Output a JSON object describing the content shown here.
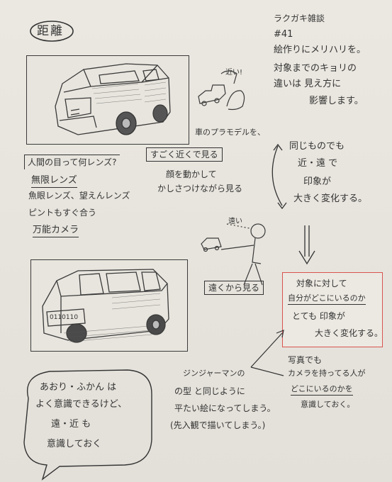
{
  "title": "距離",
  "series_note": {
    "line1": "ラクガキ雑談",
    "line2": "#41",
    "line3": "絵作りにメリハリを。",
    "line4": "対象までのキョリの",
    "line5": "違いは 見え方に",
    "line6": "影響します。"
  },
  "near": {
    "annotation": "近い!",
    "caption": "車のプラモデルを、",
    "label": "すごく近くで見る",
    "desc1": "顔を動かして",
    "desc2": "かしさつけながら見る"
  },
  "lens": {
    "q": "人間の目って何レンズ?",
    "l1": "無限レンズ",
    "l2": "魚眼レンズ、望えんレンズ",
    "l3": "ピントもすぐ合う",
    "l4": "万能カメラ"
  },
  "same": {
    "l1": "同じものでも",
    "l2": "近・遠 で",
    "l3": "印象が",
    "l4": "大きく変化する。"
  },
  "far": {
    "annotation": "遠い",
    "label": "遠くから見る",
    "plate": "0110110"
  },
  "boxed": {
    "l1": "対象に対して",
    "l2": "自分がどこにいるのか",
    "l3": "とても 印象が",
    "l4": "大きく変化する。",
    "border_color": "#d9534f"
  },
  "photo": {
    "l1": "写真でも",
    "l2": "カメラを持ってる人が",
    "l3": "どこにいるのかを",
    "l4": "意識しておく。"
  },
  "gingerman": {
    "l1": "ジンジャーマンの",
    "l2": "の型 と同じように",
    "l3": "平たい絵になってしまう。",
    "l4": "(先入観で描いてしまう。)"
  },
  "bubble": {
    "l1": "あおり・ふかん は",
    "l2": "よく意識できるけど、",
    "l3": "遠・近 も",
    "l4": "意識しておく"
  }
}
